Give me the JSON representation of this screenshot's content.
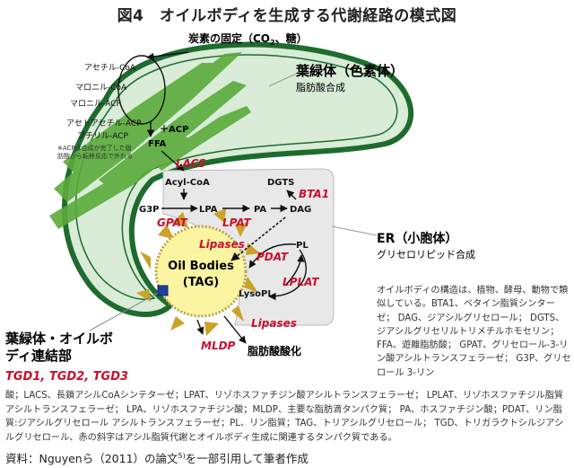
{
  "title": "図4　オイルボディを生成する代謝経路の模式図",
  "labels": {
    "carbon_fixation": "炭素の固定（CO",
    "carbon_fixation_sub": "2",
    "carbon_fixation_tail": "、糖）",
    "chloroplast_name": "葉緑体（色素体）",
    "chloroplast_sub": "脂肪酸合成",
    "er_name": "ER（小胞体）",
    "er_sub": "グリセロリピッド合成",
    "junction_name_1": "葉緑体・オイルボ",
    "junction_name_2": "ディ連結部",
    "junction_proteins": "TGD1, TGD2, TGD3",
    "oxidation": "脂肪酸酸化"
  },
  "metabolites": {
    "acetyl_coa": "アセチル-CoA",
    "malonyl_coa": "マロニル-CoA",
    "malonyl_acp": "マロニル-ACP",
    "acetoacetyl_acp": "アセトアセチル-ACP",
    "butyryl_acp": "ブチリル-ACP",
    "acp_note_1": "※ACPは合成が完了した脂",
    "acp_note_2": "肪酸から転移反応で外れる",
    "plus_acp": "＋ACP",
    "ffa": "FFA",
    "acyl_coa": "Acyl-CoA",
    "g3p": "G3P",
    "lpa": "LPA",
    "pa": "PA",
    "dag": "DAG",
    "dgts": "DGTS",
    "pl": "PL",
    "lysopl": "LysoPL",
    "oil_bodies_1": "Oil Bodies",
    "oil_bodies_2": "(TAG)"
  },
  "enzymes": {
    "lacs": "LACS",
    "gpat_er": "GPAT",
    "lpat_er": "LPAT",
    "bta1": "BTA1",
    "lipases_top": "Lipases",
    "pdat": "PDAT",
    "lplat": "LPLAT",
    "lipases_bottom": "Lipases",
    "mldp": "MLDP"
  },
  "description": "オイルボディの構造は、植物、酵母、動物で類似している。BTA1、ベタイン脂質シンターゼ； DAG、ジアシルグリセロール； DGTS、ジアシルグリセリルトリメチルホモセリン； FFA、遊離脂肪酸； GPAT、グリセロール-3-リン酸アシルトランスフェラーゼ； G3P、グリセロール 3-リン",
  "abbreviations": "酸；LACS、長鎖アシルCoAシンテターゼ；LPAT、リゾホスファチジン酸アシルトランスフェラーゼ； LPLAT、リゾホスファチジル脂質アシルトランスフェラーゼ； LPA、リゾホスファチジン酸；MLDP、主要な脂肪滴タンパク質； PA、ホスファチジン酸；PDAT、リン脂質:ジアシルグリセロール アシルトランスフェラーゼ；PL、リン脂質；TAG、トリアシルグリセロール； TGD、トリガラクトシルジアシルグリセロール、赤の斜字はアシル脂質代謝とオイルボディ生成に関連するタンパク質である。",
  "source": {
    "prefix": "資料：Nguyenら（2011）の論文",
    "sup": "5)",
    "suffix": "を一部引用して筆者作成"
  },
  "colors": {
    "chloroplast_fill": "#d8ecd8",
    "chloroplast_outline": "#1e6b2e",
    "thylakoid": "#5aab3a",
    "er_fill": "#e8e8e8",
    "oil_body": "#fbf4a0",
    "droplet": "#c9a227",
    "enzyme_red": "#c8102e",
    "junction": "#1c3f9e"
  }
}
